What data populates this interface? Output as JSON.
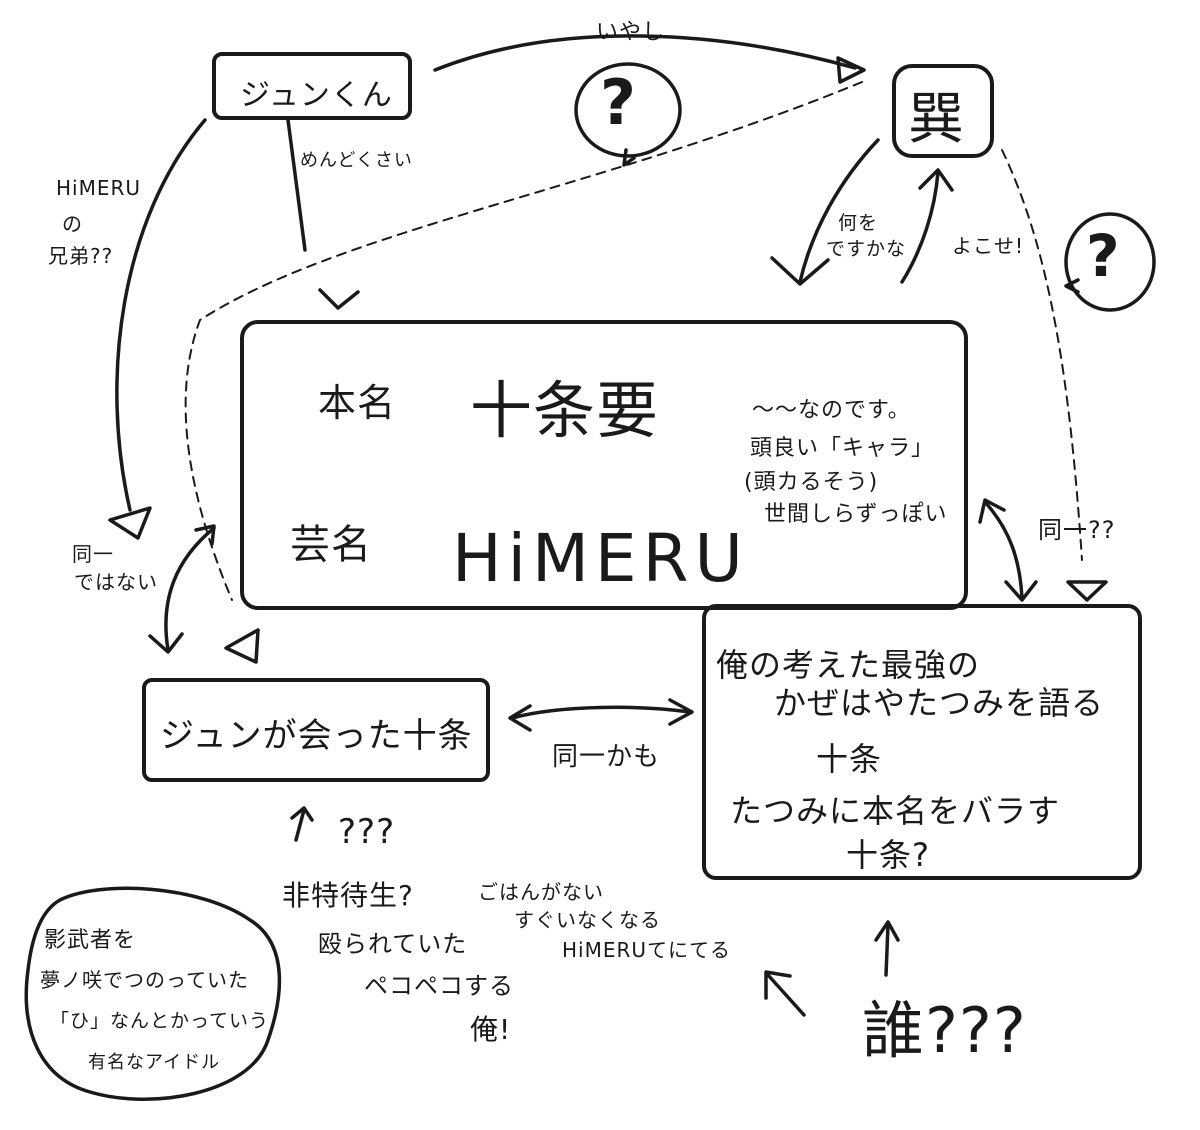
{
  "nodes": {
    "jun": "ジュンくん",
    "tatsumi": "巽",
    "q_top": "?",
    "q_right": "?",
    "main": {
      "real_name_label": "本名",
      "real_name": "十条要",
      "stage_name_label": "芸名",
      "stage_name": "HiMERU",
      "note1": "〜〜なのです。",
      "note2": "頭良い「キャラ」",
      "note3": "(頭カるそう)",
      "note4": "世間しらずっぽい"
    },
    "jun_met": "ジュンが会った十条",
    "strongest": {
      "line1": "俺の考えた最強の",
      "line2": "かぜはやたつみを語る",
      "line3": "十条",
      "line4": "たつみに本名をバラす",
      "line5": "十条?"
    },
    "bottom_left": {
      "line1": "影武者を",
      "line2": "夢ノ咲でつのっていた",
      "line3": "「ひ」なんとかっていう",
      "line4": "有名なアイドル"
    },
    "bottom_mid": {
      "qqq": "???",
      "line1": "非特待生?",
      "line2": "ごはんがない",
      "line3": "殴られていた",
      "line4": "すぐいなくなる",
      "line5": "ペコペコする",
      "line6": "HiMERUてにてる",
      "line7": "俺!"
    },
    "who": "誰???"
  },
  "edges": {
    "iyashi": "いやし",
    "mendokusai": "めんどくさい",
    "himeru_brother": [
      "HiMERU",
      "の",
      "兄弟??"
    ],
    "nani": [
      "何を",
      "ですかな"
    ],
    "yokose": "よこせ!",
    "same_not": [
      "同一",
      "ではない"
    ],
    "same_q": "同一??",
    "same_maybe": "同一かも"
  }
}
